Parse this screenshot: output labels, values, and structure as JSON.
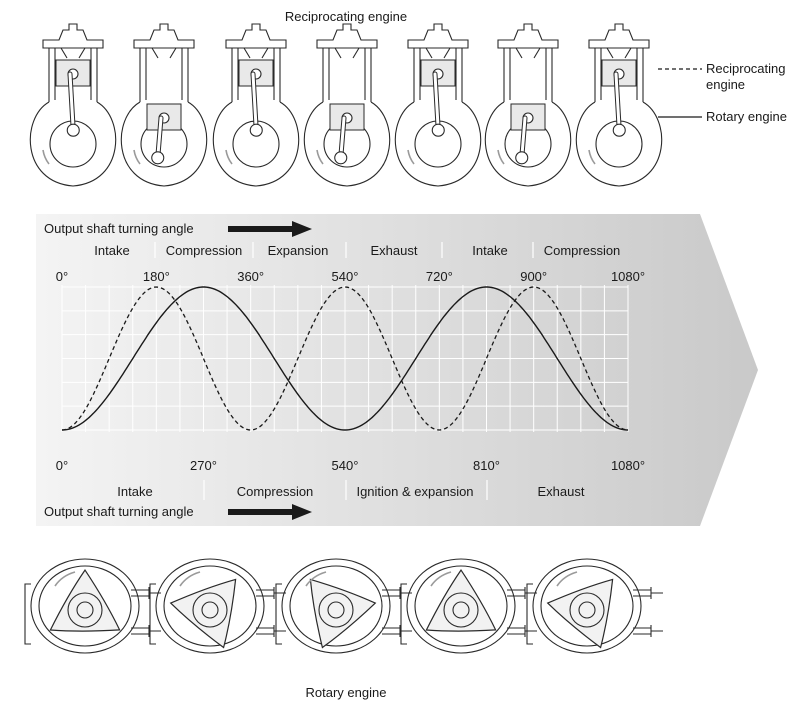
{
  "top_title": "Reciprocating engine",
  "bottom_title": "Rotary engine",
  "legend": {
    "dashed_label_line1": "Reciprocating",
    "dashed_label_line2": "engine",
    "solid_label": "Rotary engine"
  },
  "top_axis": {
    "caption": "Output shaft turning angle",
    "strokes": [
      "Intake",
      "Compression",
      "Expansion",
      "Exhaust",
      "Intake",
      "Compression"
    ],
    "angles": [
      "0°",
      "180°",
      "360°",
      "540°",
      "720°",
      "900°",
      "1080°"
    ]
  },
  "bottom_axis": {
    "caption": "Output shaft turning angle",
    "strokes": [
      "Intake",
      "Compression",
      "Ignition & expansion",
      "Exhaust"
    ],
    "angles": [
      "0°",
      "270°",
      "540°",
      "810°",
      "1080°"
    ]
  },
  "colors": {
    "band_light": "#f4f4f4",
    "band_dark": "#c9c9c9",
    "line": "#1a1a1a",
    "arrow": "#1a1a1a"
  },
  "icons": [
    "reciprocating-engine-icon",
    "rotary-engine-icon",
    "right-arrow-icon"
  ],
  "chart_data": {
    "type": "line",
    "x_unit": "degrees",
    "xlim": [
      0,
      1080
    ],
    "series": [
      {
        "name": "Reciprocating engine",
        "style": "dashed",
        "x": [
          0,
          90,
          180,
          270,
          360,
          450,
          540,
          630,
          720,
          810,
          900,
          990,
          1080
        ],
        "values": [
          0,
          0.5,
          1,
          0.5,
          0,
          0.5,
          1,
          0.5,
          0,
          0.5,
          1,
          0.5,
          0
        ]
      },
      {
        "name": "Rotary engine",
        "style": "solid",
        "x": [
          0,
          135,
          270,
          405,
          540,
          675,
          810,
          945,
          1080
        ],
        "values": [
          0,
          0.5,
          1,
          0.5,
          0,
          0.5,
          1,
          0.5,
          0
        ]
      }
    ]
  }
}
